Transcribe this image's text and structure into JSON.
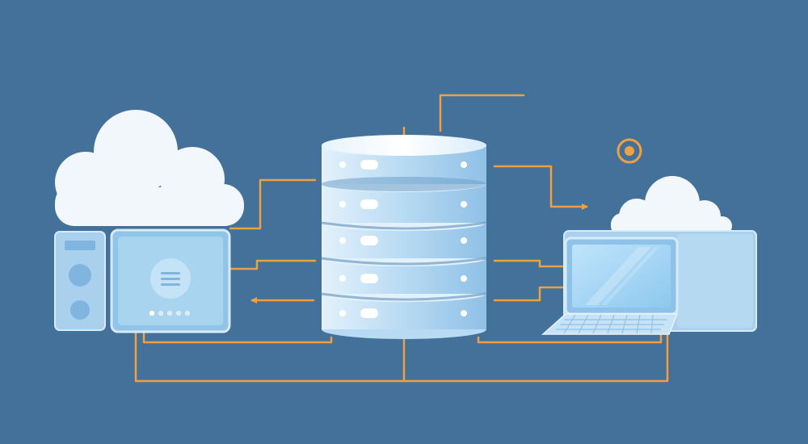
{
  "colors": {
    "background": "#44719a",
    "connector": "#f0a040",
    "cloud": "#f2f7fc",
    "device_fill": "#a9d1ee",
    "device_panel": "#92c4e8",
    "device_edge": "#d6ebfa",
    "server_light": "#cfe6f7",
    "server_mid": "#8fc0e6",
    "screen": "#a8d8f6",
    "keyboard": "#c9e3f6"
  },
  "nodes": {
    "left_cloud": {
      "icon": "cloud-icon"
    },
    "desktop_tower": {
      "icon": "computer-tower-icon"
    },
    "desktop_monitor": {
      "icon": "monitor-icon",
      "screen_icon": "menu-lines-icon",
      "indicator_dots": 5
    },
    "database_server": {
      "icon": "database-server-stack-icon",
      "disk_count": 5
    },
    "right_cloud": {
      "icon": "cloud-icon"
    },
    "laptop": {
      "icon": "laptop-icon"
    },
    "backup_device": {
      "icon": "device-box-icon"
    },
    "target_marker": {
      "icon": "target-circle-icon"
    }
  },
  "connections": [
    {
      "from": "database_server",
      "to": "left_cloud",
      "style": "line"
    },
    {
      "from": "database_server",
      "to": "desktop_monitor",
      "style": "line"
    },
    {
      "from": "database_server",
      "to": "desktop_monitor",
      "style": "arrow"
    },
    {
      "from": "database_server",
      "to": "right_cloud",
      "style": "arrow"
    },
    {
      "from": "database_server",
      "to": "laptop",
      "style": "line"
    },
    {
      "from": "database_server",
      "to": "laptop",
      "style": "line"
    },
    {
      "from": "database_server",
      "to": "top",
      "style": "line"
    },
    {
      "from": "desktop_monitor",
      "to": "laptop",
      "style": "bus"
    }
  ]
}
